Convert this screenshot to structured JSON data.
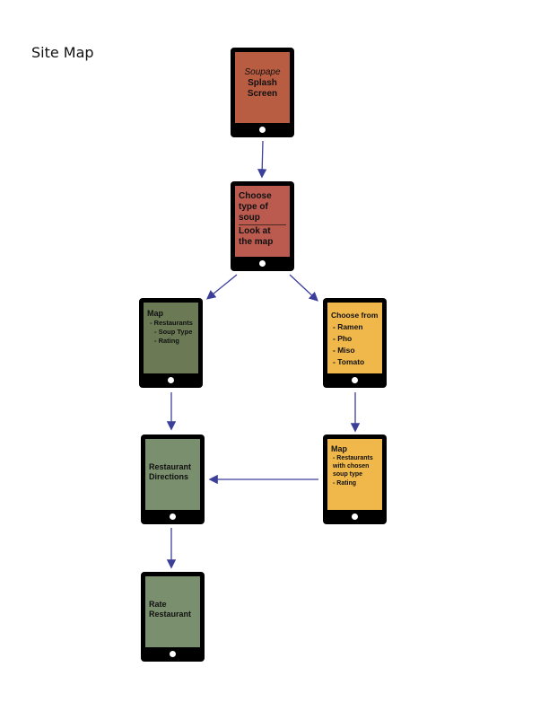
{
  "title": "Site Map",
  "colors": {
    "splash": "#b85c42",
    "choose": "#bb5b50",
    "map_green": "#6b7a55",
    "green": "#7a8f6e",
    "yellow": "#f0b84b",
    "arrow": "#3b3f9a"
  },
  "screens": {
    "splash": {
      "italic": "Soupape",
      "line1": "Splash",
      "line2": "Screen"
    },
    "choose": {
      "top": "Choose type of soup",
      "bottom": "Look at the map"
    },
    "map": {
      "title": "Map",
      "items": [
        "- Restaurants",
        "- Soup Type",
        "- Rating"
      ]
    },
    "choose_from": {
      "title": "Choose from",
      "items": [
        "- Ramen",
        "- Pho",
        "- Miso",
        "- Tomato"
      ]
    },
    "directions": {
      "text": "Restaurant Directions"
    },
    "map_filtered": {
      "title": "Map",
      "items": [
        "- Restaurants with chosen soup type",
        "- Rating"
      ]
    },
    "rate": {
      "text": "Rate Restaurant"
    }
  }
}
